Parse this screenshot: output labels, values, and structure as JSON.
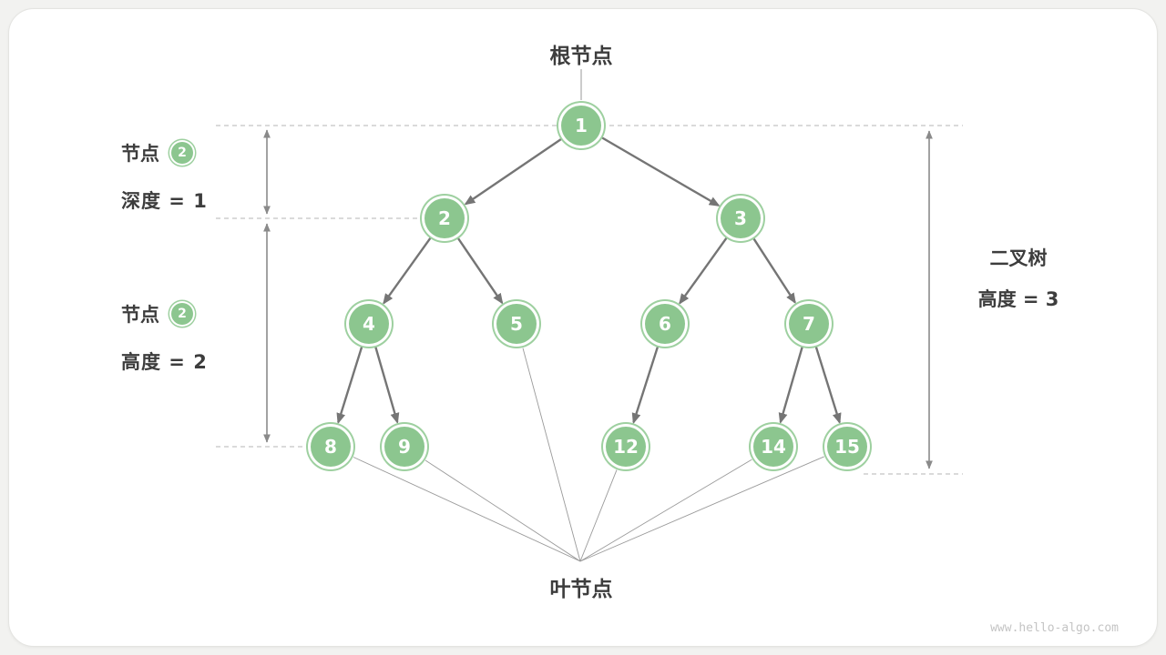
{
  "labels": {
    "root": "根节点",
    "leaf": "叶节点",
    "right_line1": "二叉树",
    "right_line2": "高度 = 3",
    "depth_prefix": "节点",
    "depth_badge": "2",
    "depth_text": "深度 = 1",
    "height_prefix": "节点",
    "height_badge": "2",
    "height_text": "高度 = 2",
    "watermark": "www.hello-algo.com"
  },
  "nodes": [
    {
      "value": "1"
    },
    {
      "value": "2"
    },
    {
      "value": "3"
    },
    {
      "value": "4"
    },
    {
      "value": "5"
    },
    {
      "value": "6"
    },
    {
      "value": "7"
    },
    {
      "value": "8"
    },
    {
      "value": "9"
    },
    {
      "value": "12"
    },
    {
      "value": "14"
    },
    {
      "value": "15"
    }
  ],
  "tree": {
    "edges": [
      [
        "1",
        "2"
      ],
      [
        "1",
        "3"
      ],
      [
        "2",
        "4"
      ],
      [
        "2",
        "5"
      ],
      [
        "3",
        "6"
      ],
      [
        "3",
        "7"
      ],
      [
        "4",
        "8"
      ],
      [
        "4",
        "9"
      ],
      [
        "6",
        "12"
      ],
      [
        "7",
        "14"
      ],
      [
        "7",
        "15"
      ]
    ],
    "leaves": [
      "8",
      "9",
      "5",
      "12",
      "14",
      "15"
    ],
    "levels": 4
  },
  "colors": {
    "node_fill": "#8cc68f",
    "node_ring": "#9ed0a0",
    "edge_gray": "#757575",
    "label_dark": "#3d3d3d"
  }
}
